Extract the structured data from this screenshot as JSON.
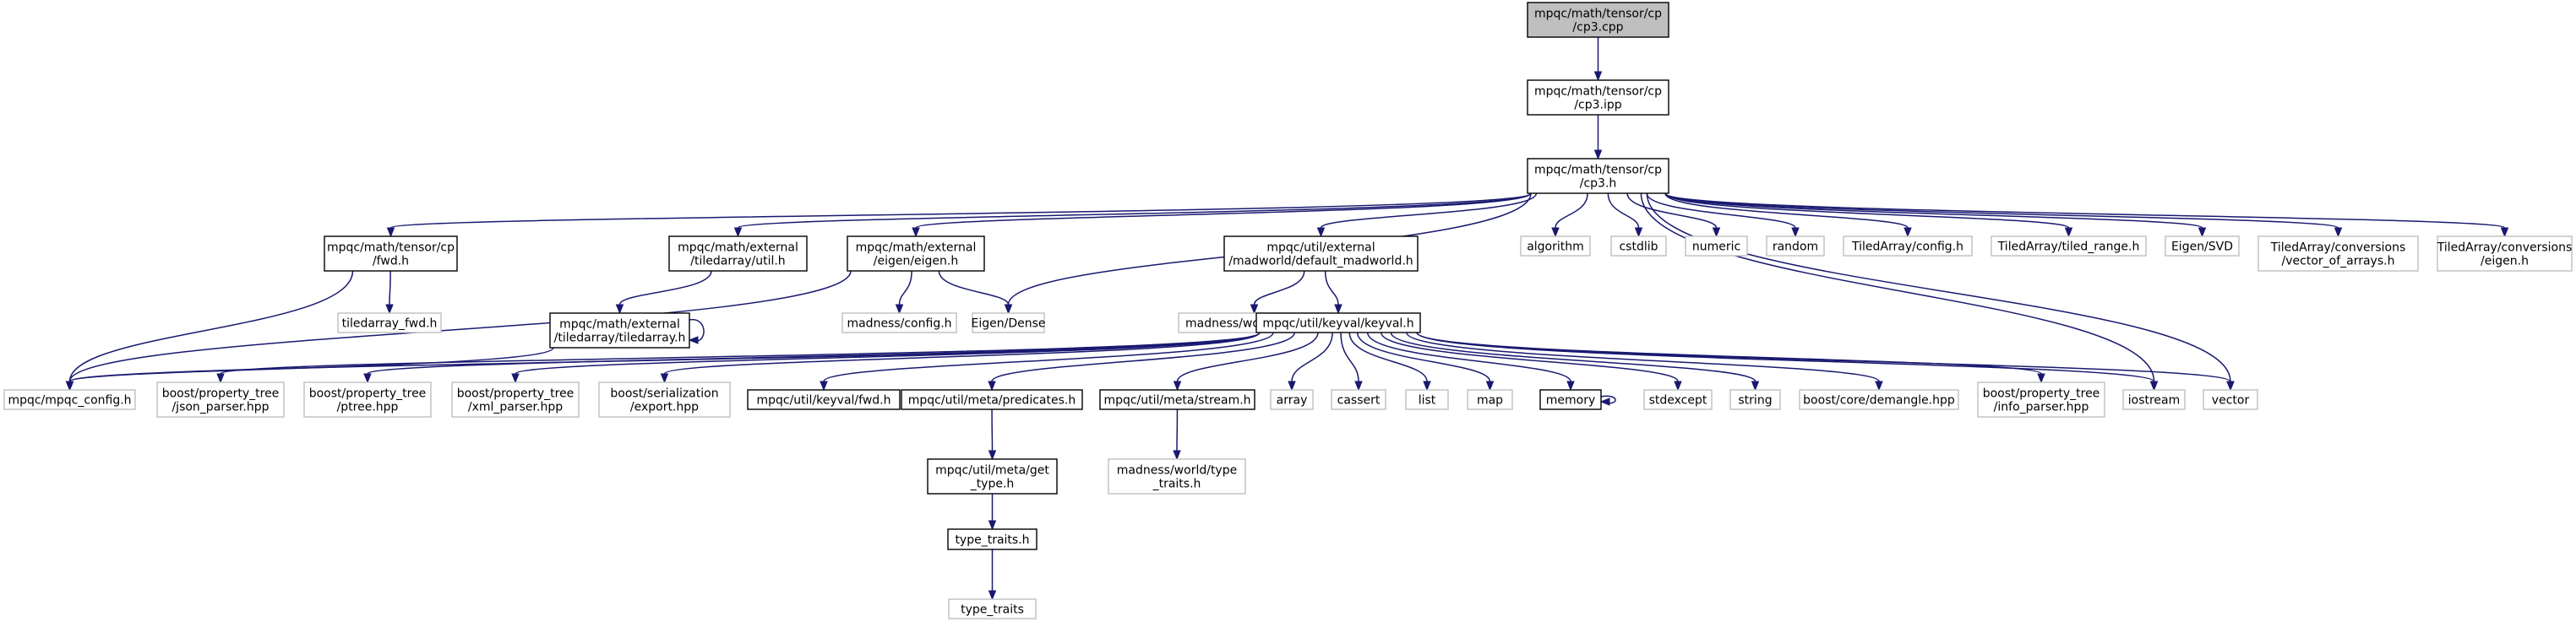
{
  "colors": {
    "edge": "#191970",
    "focus_fill": "#bfbfbf",
    "doc_border": "#000000",
    "ext_border": "#bfbfbf",
    "text": "#000000"
  },
  "nodes": [
    {
      "id": "cp3cpp",
      "lines": [
        "mpqc/math/tensor/cp",
        "/cp3.cpp"
      ],
      "kind": "focus"
    },
    {
      "id": "cp3ipp",
      "lines": [
        "mpqc/math/tensor/cp",
        "/cp3.ipp"
      ],
      "kind": "doc"
    },
    {
      "id": "cp3h",
      "lines": [
        "mpqc/math/tensor/cp",
        "/cp3.h"
      ],
      "kind": "doc"
    },
    {
      "id": "fwdh",
      "lines": [
        "mpqc/math/tensor/cp",
        "/fwd.h"
      ],
      "kind": "doc"
    },
    {
      "id": "tautil",
      "lines": [
        "mpqc/math/external",
        "/tiledarray/util.h"
      ],
      "kind": "doc"
    },
    {
      "id": "eigenh",
      "lines": [
        "mpqc/math/external",
        "/eigen/eigen.h"
      ],
      "kind": "doc"
    },
    {
      "id": "eigendense",
      "lines": [
        "Eigen/Dense"
      ],
      "kind": "ext"
    },
    {
      "id": "madworld",
      "lines": [
        "mpqc/util/external",
        "/madworld/default_madworld.h"
      ],
      "kind": "doc"
    },
    {
      "id": "algorithm",
      "lines": [
        "algorithm"
      ],
      "kind": "ext"
    },
    {
      "id": "cstdlib",
      "lines": [
        "cstdlib"
      ],
      "kind": "ext"
    },
    {
      "id": "numeric",
      "lines": [
        "numeric"
      ],
      "kind": "ext"
    },
    {
      "id": "random",
      "lines": [
        "random"
      ],
      "kind": "ext"
    },
    {
      "id": "taconfig",
      "lines": [
        "TiledArray/config.h"
      ],
      "kind": "ext"
    },
    {
      "id": "tatiled",
      "lines": [
        "TiledArray/tiled_range.h"
      ],
      "kind": "ext"
    },
    {
      "id": "eigensvd",
      "lines": [
        "Eigen/SVD"
      ],
      "kind": "ext"
    },
    {
      "id": "tavoa",
      "lines": [
        "TiledArray/conversions",
        "/vector_of_arrays.h"
      ],
      "kind": "ext"
    },
    {
      "id": "taeigen",
      "lines": [
        "TiledArray/conversions",
        "/eigen.h"
      ],
      "kind": "ext"
    },
    {
      "id": "tafwd",
      "lines": [
        "tiledarray_fwd.h"
      ],
      "kind": "ext"
    },
    {
      "id": "tatiledarray",
      "lines": [
        "mpqc/math/external",
        "/tiledarray/tiledarray.h"
      ],
      "kind": "doc"
    },
    {
      "id": "madconfig",
      "lines": [
        "madness/config.h"
      ],
      "kind": "ext"
    },
    {
      "id": "madworldh",
      "lines": [
        "madness/world/world.h"
      ],
      "kind": "ext"
    },
    {
      "id": "keyval",
      "lines": [
        "mpqc/util/keyval/keyval.h"
      ],
      "kind": "doc"
    },
    {
      "id": "mpqcconfig",
      "lines": [
        "mpqc/mpqc_config.h"
      ],
      "kind": "ext"
    },
    {
      "id": "jsonparser",
      "lines": [
        "boost/property_tree",
        "/json_parser.hpp"
      ],
      "kind": "ext"
    },
    {
      "id": "ptree",
      "lines": [
        "boost/property_tree",
        "/ptree.hpp"
      ],
      "kind": "ext"
    },
    {
      "id": "xmlparser",
      "lines": [
        "boost/property_tree",
        "/xml_parser.hpp"
      ],
      "kind": "ext"
    },
    {
      "id": "serexport",
      "lines": [
        "boost/serialization",
        "/export.hpp"
      ],
      "kind": "ext"
    },
    {
      "id": "keyvalfwd",
      "lines": [
        "mpqc/util/keyval/fwd.h"
      ],
      "kind": "doc"
    },
    {
      "id": "predicates",
      "lines": [
        "mpqc/util/meta/predicates.h"
      ],
      "kind": "doc"
    },
    {
      "id": "stream",
      "lines": [
        "mpqc/util/meta/stream.h"
      ],
      "kind": "doc"
    },
    {
      "id": "array",
      "lines": [
        "array"
      ],
      "kind": "ext"
    },
    {
      "id": "cassert",
      "lines": [
        "cassert"
      ],
      "kind": "ext"
    },
    {
      "id": "list",
      "lines": [
        "list"
      ],
      "kind": "ext"
    },
    {
      "id": "map",
      "lines": [
        "map"
      ],
      "kind": "ext"
    },
    {
      "id": "memory",
      "lines": [
        "memory"
      ],
      "kind": "doc"
    },
    {
      "id": "stdexcept",
      "lines": [
        "stdexcept"
      ],
      "kind": "ext"
    },
    {
      "id": "string",
      "lines": [
        "string"
      ],
      "kind": "ext"
    },
    {
      "id": "demangle",
      "lines": [
        "boost/core/demangle.hpp"
      ],
      "kind": "ext"
    },
    {
      "id": "infoparser",
      "lines": [
        "boost/property_tree",
        "/info_parser.hpp"
      ],
      "kind": "ext"
    },
    {
      "id": "iostream",
      "lines": [
        "iostream"
      ],
      "kind": "ext"
    },
    {
      "id": "vector",
      "lines": [
        "vector"
      ],
      "kind": "ext"
    },
    {
      "id": "gettype",
      "lines": [
        "mpqc/util/meta/get",
        "_type.h"
      ],
      "kind": "doc"
    },
    {
      "id": "madtypetraits",
      "lines": [
        "madness/world/type",
        "_traits.h"
      ],
      "kind": "ext"
    },
    {
      "id": "typetraitsh",
      "lines": [
        "type_traits.h"
      ],
      "kind": "doc"
    },
    {
      "id": "typetraits",
      "lines": [
        "type_traits"
      ],
      "kind": "ext"
    }
  ],
  "edges": [
    [
      "cp3cpp",
      "cp3ipp"
    ],
    [
      "cp3ipp",
      "cp3h"
    ],
    [
      "cp3h",
      "fwdh"
    ],
    [
      "cp3h",
      "tautil"
    ],
    [
      "cp3h",
      "eigenh"
    ],
    [
      "cp3h",
      "eigendense"
    ],
    [
      "cp3h",
      "madworld"
    ],
    [
      "cp3h",
      "algorithm"
    ],
    [
      "cp3h",
      "cstdlib"
    ],
    [
      "cp3h",
      "numeric"
    ],
    [
      "cp3h",
      "random"
    ],
    [
      "cp3h",
      "taconfig"
    ],
    [
      "cp3h",
      "tatiled"
    ],
    [
      "cp3h",
      "eigensvd"
    ],
    [
      "cp3h",
      "tavoa"
    ],
    [
      "cp3h",
      "taeigen"
    ],
    [
      "cp3h",
      "iostream"
    ],
    [
      "cp3h",
      "vector"
    ],
    [
      "fwdh",
      "tafwd"
    ],
    [
      "fwdh",
      "mpqcconfig"
    ],
    [
      "tautil",
      "tatiledarray"
    ],
    [
      "tatiledarray",
      "tatiledarray"
    ],
    [
      "tatiledarray",
      "mpqcconfig"
    ],
    [
      "eigenh",
      "madconfig"
    ],
    [
      "eigenh",
      "eigendense"
    ],
    [
      "eigenh",
      "mpqcconfig"
    ],
    [
      "madworld",
      "madworldh"
    ],
    [
      "madworld",
      "keyval"
    ],
    [
      "keyval",
      "mpqcconfig"
    ],
    [
      "keyval",
      "jsonparser"
    ],
    [
      "keyval",
      "ptree"
    ],
    [
      "keyval",
      "xmlparser"
    ],
    [
      "keyval",
      "serexport"
    ],
    [
      "keyval",
      "keyvalfwd"
    ],
    [
      "keyval",
      "predicates"
    ],
    [
      "keyval",
      "stream"
    ],
    [
      "keyval",
      "array"
    ],
    [
      "keyval",
      "cassert"
    ],
    [
      "keyval",
      "list"
    ],
    [
      "keyval",
      "map"
    ],
    [
      "keyval",
      "memory"
    ],
    [
      "keyval",
      "stdexcept"
    ],
    [
      "keyval",
      "string"
    ],
    [
      "keyval",
      "demangle"
    ],
    [
      "keyval",
      "infoparser"
    ],
    [
      "keyval",
      "iostream"
    ],
    [
      "keyval",
      "vector"
    ],
    [
      "memory",
      "memory"
    ],
    [
      "predicates",
      "gettype"
    ],
    [
      "gettype",
      "typetraitsh"
    ],
    [
      "typetraitsh",
      "typetraits"
    ],
    [
      "stream",
      "madtypetraits"
    ]
  ]
}
